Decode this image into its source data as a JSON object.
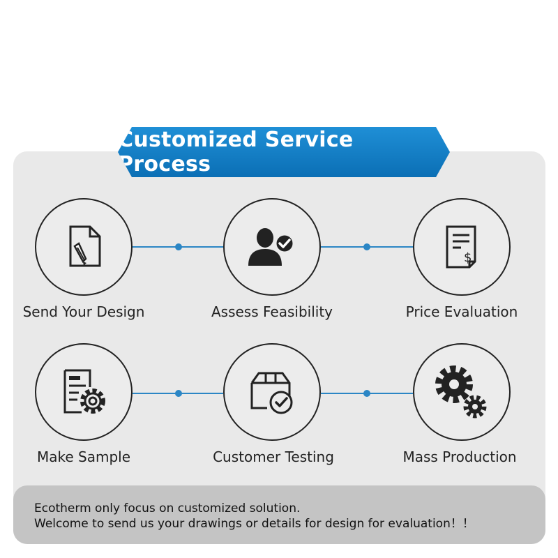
{
  "banner": {
    "title": "Customized Service Process"
  },
  "steps": [
    {
      "label": "Send Your Design",
      "icon": "design-document-icon"
    },
    {
      "label": "Assess Feasibility",
      "icon": "user-check-icon"
    },
    {
      "label": "Price Evaluation",
      "icon": "price-invoice-icon"
    },
    {
      "label": "Make Sample",
      "icon": "document-gear-icon"
    },
    {
      "label": "Customer Testing",
      "icon": "box-check-icon"
    },
    {
      "label": "Mass Production",
      "icon": "gears-icon"
    }
  ],
  "note": {
    "line1": "Ecotherm only focus on customized solution.",
    "line2": "Welcome to send us your drawings or details for design for evaluation！！"
  },
  "colors": {
    "accent": "#1f8fd6",
    "panel": "#e9e9e9",
    "note_bg": "#c4c4c4"
  }
}
